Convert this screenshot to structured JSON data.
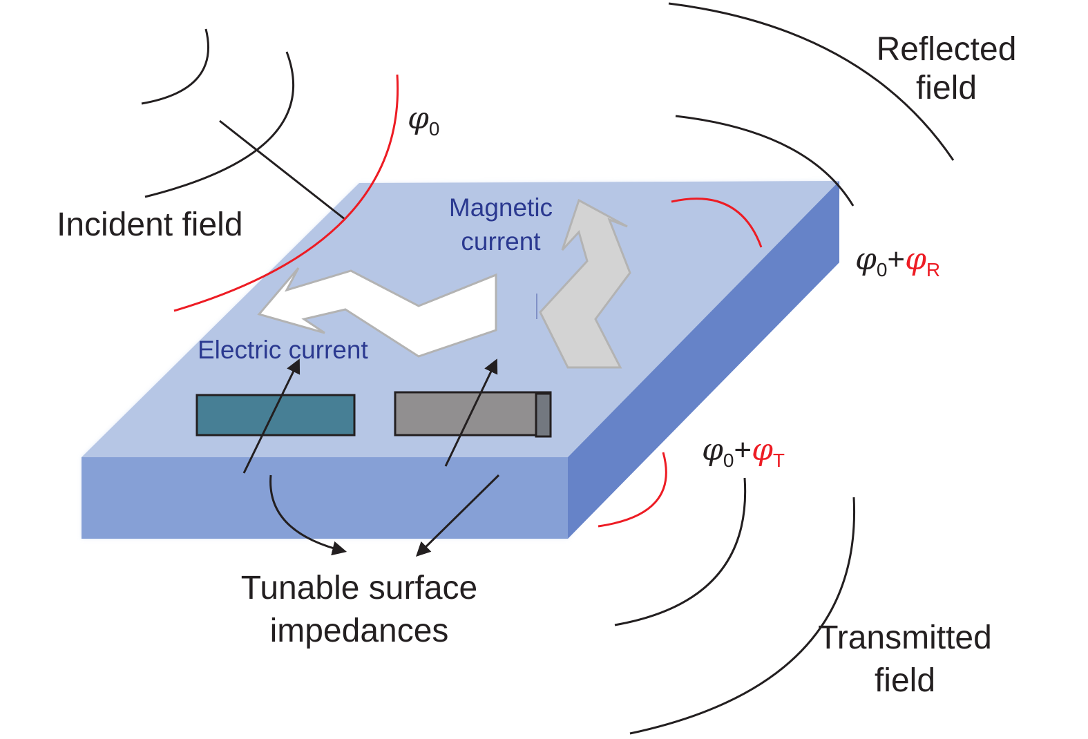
{
  "labels": {
    "incident_field": "Incident field",
    "reflected_field_line1": "Reflected",
    "reflected_field_line2": "field",
    "transmitted_field_line1": "Transmitted",
    "transmitted_field_line2": "field",
    "magnetic_current_line1": "Magnetic",
    "magnetic_current_line2": "current",
    "electric_current": "Electric current",
    "tunable_line1": "Tunable surface",
    "tunable_line2": "impedances"
  },
  "phases": {
    "incident": {
      "symbol": "φ",
      "sub": "0"
    },
    "reflected": {
      "base_symbol": "φ",
      "base_sub": "0",
      "plus": "+",
      "add_symbol": "φ",
      "add_sub": "R"
    },
    "transmitted": {
      "base_symbol": "φ",
      "base_sub": "0",
      "plus": "+",
      "add_symbol": "φ",
      "add_sub": "T"
    }
  },
  "colors": {
    "slab_top": "#b6c6e5",
    "slab_front": "#86a0d6",
    "slab_side": "#6683c8",
    "phase_front": "#ed1c24",
    "wavefront": "#231f20",
    "text_blue": "#2b3990",
    "element_teal": "#477f95",
    "element_gray": "#918f90"
  }
}
